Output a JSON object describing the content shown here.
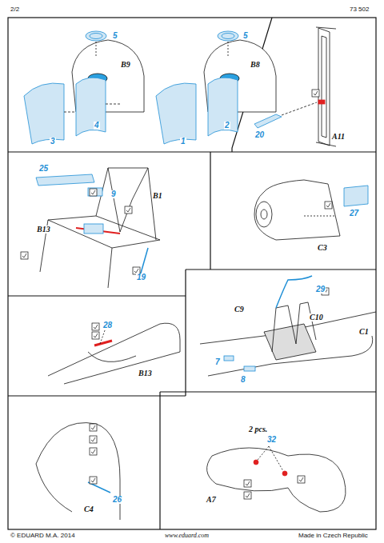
{
  "diagram": {
    "labels": [
      "2/2",
      "73 502",
      "5",
      "B9",
      "5",
      "B8",
      "3",
      "4",
      "1",
      "2",
      "A11",
      "20",
      "25",
      "9",
      "B1",
      "B13",
      "19",
      "C3",
      "27",
      "29",
      "C9",
      "C10",
      "C1",
      "7",
      "8",
      "28",
      "B13",
      "2 pcs.",
      "32",
      "A7",
      "C4",
      "26",
      "© EDUARD  M.A. 2014",
      "www.eduard.com",
      "Made in Czech Republic"
    ]
  }
}
